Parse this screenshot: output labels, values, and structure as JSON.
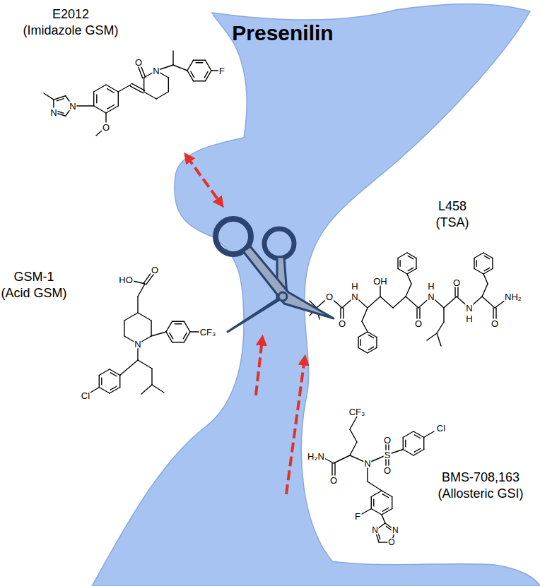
{
  "diagram": {
    "nodes": [
      {
        "text": [
          "Presenilin"
        ]
      }
    ],
    "labels": [
      "E2012",
      "(Imidazole GSM)",
      "GSM-1",
      "(Acid GSM)",
      "L458",
      "(TSA)",
      "BMS-708,163",
      "(Allosteric GSI)",
      "N",
      "N",
      "O",
      "O",
      "N",
      "F",
      "HO",
      "O",
      "N",
      "CF₃",
      "Cl",
      "O",
      "O",
      "N",
      "H",
      "OH",
      "O",
      "N",
      "H",
      "O",
      "N",
      "H",
      "O",
      "NH₂",
      "CF₃",
      "H₂N",
      "O",
      "N",
      "S",
      "O",
      "O",
      "Cl",
      "F",
      "N",
      "O",
      "N"
    ]
  }
}
